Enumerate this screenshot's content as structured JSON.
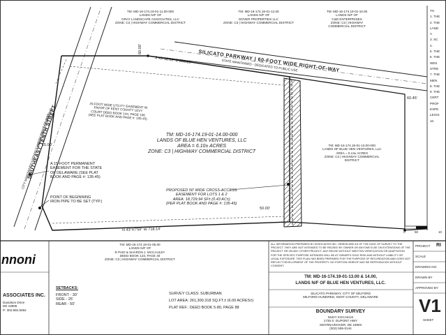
{
  "road_top": "SILICATO PARKWAY | 60-FOOT WIDE RIGHT-OF-WAY",
  "road_top_sub": "STATE MAINTAINED - DEDICATED TO PUBLIC USE",
  "road_left": "SOUTHEAST TENTH STREET",
  "road_left_sub": "CITY MAINTAINED VARIABLE WIDTH RIGHT-OF-WAY",
  "road_left_sub2": "MINOR COLLECTOR ROAD",
  "neighbor_top_left": [
    "TM: MD-16-174.19-01-11.00-000",
    "LANDS N/F OF",
    "GRAY LANDSCAPE ASSOCIATES, LLC",
    "ZONE: C3 | HIGHWAY COMMERCIAL DISTRICT"
  ],
  "neighbor_top_mid": [
    "TM: MD-16-174.19-01-12.00",
    "LANDS N/F OF",
    "DOVER PROPERTIES LLC",
    "ZONE: C3 | HIGHWAY COMMERCIAL DISTRICT"
  ],
  "neighbor_top_right": [
    "TM: MD-16-174.19-01-10.00",
    "LANDS N/F OF",
    "C&D ENTERPRISES",
    "ZONE: C3 | HIGHWAY",
    "COMMERCIAL DISTRICT"
  ],
  "easement_note": [
    "20-FOOT WIDE UTILITY EASEMENT IN",
    "FAVOR OF KENT COUNTY LEVY",
    "COURT DEED BOOK 144, PAGE 106",
    "(SEE PLAT BOOK AND PAGE #: 135-45)"
  ],
  "main_parcel": [
    "TM: MD-16-174.19-01-14.00-000",
    "LANDS OF BLUE HEN VENTURES, LLC",
    "AREA = 6.10± ACRES",
    "ZONE: C3 | HIGHWAY COMMERCIAL DISTRICT"
  ],
  "east_parcel": [
    "TM: MD-16-174.19-01-13.00-000",
    "LANDS OF BLUE HEN VENTURES, LLC",
    "AREA = 5.13± ACRES",
    "ZONE: C3 | HIGHWAY COMMERCIAL",
    "DISTRICT"
  ],
  "cross_access": [
    "PROPOSED 50' WIDE CROSS-ACCESS",
    "EASEMENT FOR LOTS 1 & 2",
    "AREA: 18,729.94 SF± (0.43 AC±)",
    "(PER PLAT BOOK AND PAGE #: 135-45)"
  ],
  "permanent_easement": [
    "A 15-FOOT PERMANENT",
    "EASEMENT FOR THE STATE",
    "OF DELAWARE (SEE PLAT",
    "BOOK AND PAGE #: 135-45)"
  ],
  "pob": [
    "POINT OF BEGINNING",
    "IRON PIPE TO BE SET (TYP.)"
  ],
  "bearing_top": "S 43°32'59\" E 350.25'",
  "bearing_bottom": "N 43°47'59\" W 718.14'",
  "dim_top_left": "60.00'",
  "dim_right": "60.45'",
  "dim_center": "50.00'",
  "dim_left_mid": "15.00'",
  "bottom_neighbor": [
    "TM: MD-16-174.19-01-05.00",
    "LANDS N/F OF",
    "R PAID & SHARON J. MCCAULEY",
    "DEED BOOK 123, PAGE 40",
    "ZONE: C3 | HIGHWAY COMMERCIAL DISTRICT"
  ],
  "logo_text": "nnoni",
  "firm_name": "ASSOCIATES INC.",
  "firm_addr": [
    "Davidson Drive",
    "DE 19905",
    "P: 302.882.6064"
  ],
  "setbacks_title": "SETBACKS:",
  "setbacks": [
    "FRONT - 30'",
    "SIDE - 25'",
    "REAR - 50'"
  ],
  "survey_class": "SURVEY CLASS: SUBURBAN",
  "lot_area": "LOT AREA: 261,300.318 SQ.FT.± (6.00 ACRES±)",
  "plat_ref": "PLAT REF.: DEED BOOK 5-80, PAGE 88",
  "cert_text": "ALL INFORMATION PREPARED BY ASSOCIATES INC. HEREIN ARE AS OF THE DATE OF SURVEY TO THE PROJECT. THEY ARE NOT INTENDED TO BE REUSED BY OWNER OR ANYONE ELSE ON EXTENSIONS OF THE PROJECT OR ON ANY OTHER PROJECT. ANY REUSE WITHOUT WRITTEN VERIFICATION OR ADAPTATION FOR THE SPECIFIC PURPOSE INTENDED WILL BE AT OWNER'S SOLE RISK AND WITHOUT LIABILITY OR LEGAL EXPOSURE. THIS PLAN HAS BEEN PREPARED FOR THE PURPOSE OF RECORDATION AND DOES NOT REFLECT DEVELOPMENT OF THE PROPERTY. NO PORTION HEREOF MAY BE REPRODUCED WITHOUT CONSENT.",
  "project_title_1": "TM: MD-16-174.19-01-13.00 & 14.00,",
  "project_title_2": "LANDS N/F OF BLUE HEN VENTURES, LLC.",
  "project_sub": [
    "SILICATO PARKWAY, CITY OF MILFORD",
    "MILFORD HUNDRED, KENT COUNTY, DELAWARE"
  ],
  "doc_title": "BOUNDARY SURVEY",
  "client": [
    "NUDY KOCAKUS",
    "1735 S. DUPONT HWY",
    "SMYRNA/DOVER, DE 19903",
    "(302) 555-0144"
  ],
  "label_project": "PROJECT",
  "project_code": "RI",
  "label_scale": "SCALE",
  "label_drawing_no": "DRAWING NO.",
  "label_drawn_by": "DRAWN BY",
  "label_approved_by": "APPROVED BY",
  "sheet_number": "V1",
  "label_sheet": "SHEET",
  "scale_ticks": [
    "0",
    "50",
    "10"
  ],
  "right_edge_text": [
    "TH",
    "1. THE",
    "2. THE",
    "LAND",
    "A",
    "3. SC",
    "4.",
    "5. THE",
    "6. THE",
    "WES",
    "STRE",
    "7. THE",
    "MEN",
    "8. THE",
    "9. THE",
    "CERT",
    "PROF",
    "EXPE",
    "LEGIS",
    "10."
  ]
}
